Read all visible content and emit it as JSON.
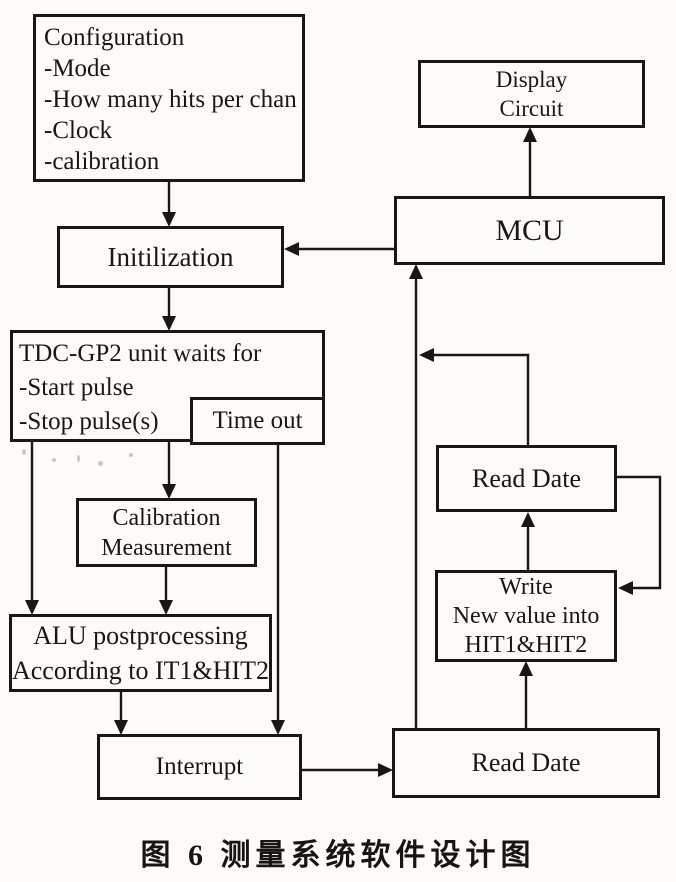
{
  "figure": {
    "caption": "图 6  测量系统软件设计图"
  },
  "colors": {
    "ink": "#1a1713",
    "paper": "#fcfbf8"
  },
  "nodes": {
    "configuration": {
      "lines": [
        "Configuration",
        "-Mode",
        "-How many hits per chan",
        "-Clock",
        "-calibration"
      ]
    },
    "display_circuit": {
      "lines": [
        "Display",
        "Circuit"
      ]
    },
    "mcu": {
      "label": "MCU"
    },
    "initialization": {
      "label": "Initilization"
    },
    "tdc_gp2_wait": {
      "lines": [
        "TDC-GP2 unit waits for",
        "-Start pulse",
        "-Stop pulse(s)"
      ]
    },
    "time_out": {
      "label": "Time out"
    },
    "calibration_measurement": {
      "lines": [
        "Calibration",
        "Measurement"
      ]
    },
    "alu_postprocessing": {
      "lines": [
        "ALU postprocessing",
        "According to IT1&HIT2"
      ]
    },
    "interrupt": {
      "label": "Interrupt"
    },
    "read_date_top": {
      "label": "Read Date"
    },
    "write_new_value": {
      "lines": [
        "Write",
        "New value into",
        "HIT1&HIT2"
      ]
    },
    "read_date_bottom": {
      "label": "Read Date"
    }
  }
}
